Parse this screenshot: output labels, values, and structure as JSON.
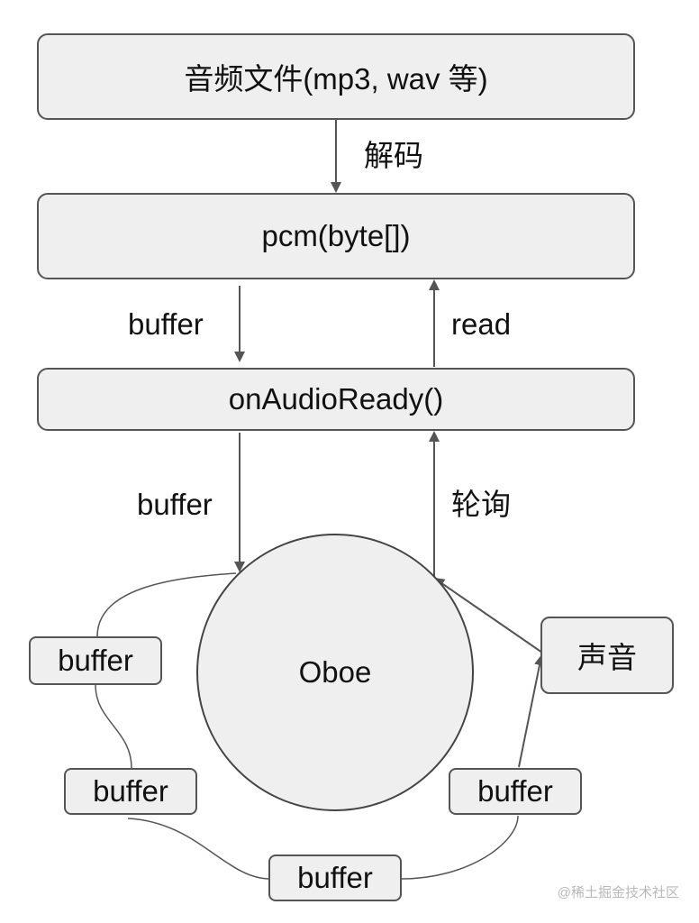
{
  "boxes": {
    "audio_file": "音频文件(mp3, wav 等)",
    "pcm": "pcm(byte[])",
    "on_audio_ready": "onAudioReady()",
    "oboe": "Oboe",
    "sound": "声音"
  },
  "edge_labels": {
    "decode": "解码",
    "buffer_down_1": "buffer",
    "read": "read",
    "buffer_down_2": "buffer",
    "poll": "轮询"
  },
  "ring_buffers": [
    "buffer",
    "buffer",
    "buffer",
    "buffer"
  ],
  "watermark": "@稀土掘金技术社区",
  "colors": {
    "box_fill": "#efefef",
    "border": "#555555",
    "line": "#555555"
  }
}
